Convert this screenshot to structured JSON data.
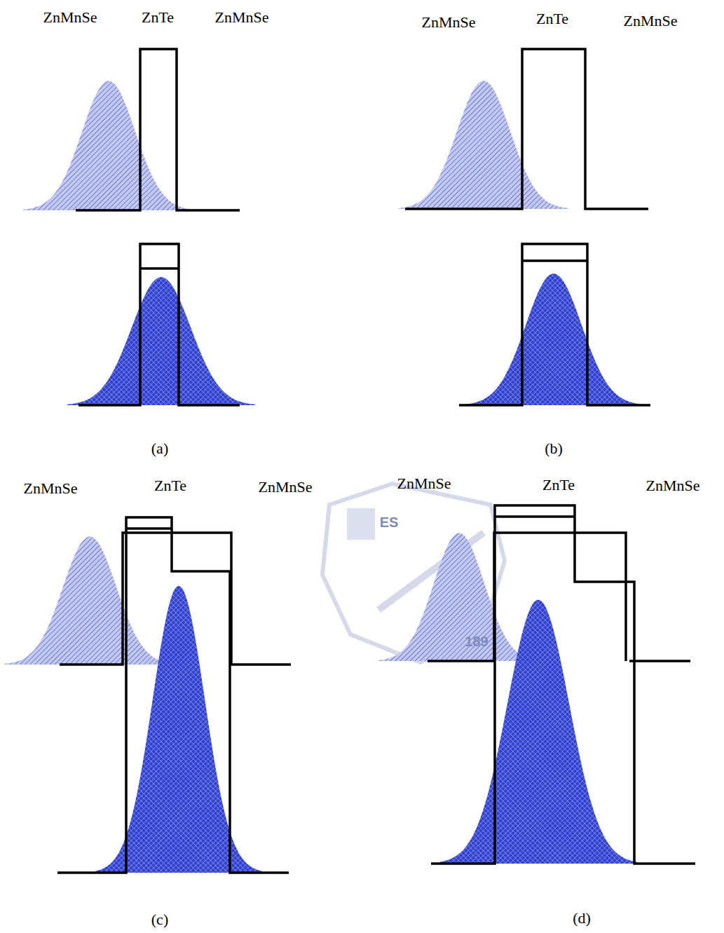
{
  "diagram": {
    "labels": [
      "ZnMnSe",
      "ZnTe",
      "ZnMnSe",
      "ZnMnSe",
      "ZnTe",
      "ZnMnSe",
      "(a)",
      "(b)",
      "ZnMnSe",
      "ZnTe",
      "ZnMnSe",
      "ZnMnSe",
      "ZnTe",
      "ZnMnSe",
      "(c)",
      "(d)",
      "ES",
      "189"
    ]
  }
}
